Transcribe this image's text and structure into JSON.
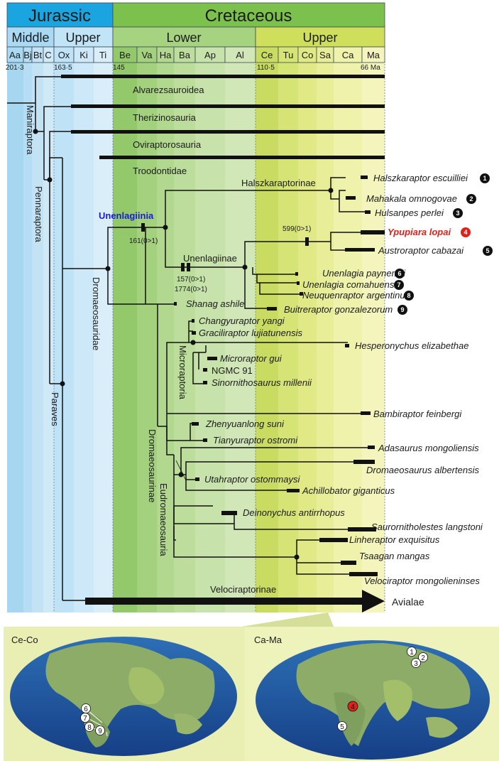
{
  "periods": [
    {
      "name": "Jurassic",
      "color": "#1ab0e6"
    },
    {
      "name": "Cretaceous",
      "color": "#7cc14e"
    }
  ],
  "epochs": [
    "Middle",
    "Upper",
    "Lower",
    "Upper"
  ],
  "stages": [
    "Aa",
    "Bj",
    "Bt",
    "C",
    "Ox",
    "Ki",
    "Ti",
    "Be",
    "Va",
    "Ha",
    "Ba",
    "Ap",
    "Al",
    "Ce",
    "Tu",
    "Co",
    "Sa",
    "Ca",
    "Ma"
  ],
  "ages": [
    "201·3",
    "163·5",
    "145",
    "110·5",
    "66 Ma"
  ],
  "clades": {
    "maniraptora": "Maniraptora",
    "pennaraptora": "Pennaraptora",
    "paraves": "Paraves",
    "dromaeosauridae": "Dromaeosauridae",
    "alvarezsauroidea": "Alvarezsauroidea",
    "therizinosauria": "Therizinosauria",
    "oviraptorosauria": "Oviraptorosauria",
    "troodontidae": "Troodontidae",
    "halszkaraptorinae": "Halszkaraptorinae",
    "unenlagiinia": "Unenlagiinia",
    "unenlagiinae": "Unenlagiinae",
    "microraptoria": "Microraptoria",
    "dromaeosaurinae": "Dromaeosaurinae",
    "eudromaeosauria": "Eudromaeosauria",
    "velociraptorinae": "Velociraptorinae",
    "avialae": "Avialae"
  },
  "characters": {
    "c1": "161(0>1)",
    "c2": "157(0>1)",
    "c3": "1774(0>1)",
    "c4": "599(0>1)"
  },
  "taxa": [
    {
      "name": "Halszkaraptor escuilliei",
      "badge": "1"
    },
    {
      "name": "Mahakala omnogovae",
      "badge": "2"
    },
    {
      "name": "Hulsanpes perlei",
      "badge": "3"
    },
    {
      "name": "Ypupiara lopai",
      "badge": "4"
    },
    {
      "name": "Austroraptor cabazai",
      "badge": "5"
    },
    {
      "name": "Unenlagia paynemili",
      "badge": "6"
    },
    {
      "name": "Unenlagia comahuensis",
      "badge": "7"
    },
    {
      "name": "Neuquenraptor argentinus",
      "badge": "8"
    },
    {
      "name": "Buitreraptor gonzalezorum",
      "badge": "9"
    },
    {
      "name": "Shanag ashile",
      "badge": ""
    },
    {
      "name": "Changyuraptor yangi",
      "badge": ""
    },
    {
      "name": "Graciliraptor lujiatunensis",
      "badge": ""
    },
    {
      "name": "Hesperonychus elizabethae",
      "badge": ""
    },
    {
      "name": "Microraptor gui",
      "badge": ""
    },
    {
      "name": "NGMC 91",
      "badge": ""
    },
    {
      "name": "Sinornithosaurus millenii",
      "badge": ""
    },
    {
      "name": "Bambiraptor feinbergi",
      "badge": ""
    },
    {
      "name": "Zhenyuanlong suni",
      "badge": ""
    },
    {
      "name": "Tianyuraptor ostromi",
      "badge": ""
    },
    {
      "name": "Adasaurus mongoliensis",
      "badge": ""
    },
    {
      "name": "Dromaeosaurus albertensis",
      "badge": ""
    },
    {
      "name": "Utahraptor ostommaysi",
      "badge": ""
    },
    {
      "name": "Achillobator giganticus",
      "badge": ""
    },
    {
      "name": "Deinonychus antirrhopus",
      "badge": ""
    },
    {
      "name": "Saurornitholestes langstoni",
      "badge": ""
    },
    {
      "name": "Linheraptor exquisitus",
      "badge": ""
    },
    {
      "name": "Tsaagan mangas",
      "badge": ""
    },
    {
      "name": "Velociraptor mongolieninses",
      "badge": ""
    }
  ],
  "maps": [
    {
      "label": "Ce-Co",
      "markers": [
        "6",
        "7",
        "8",
        "9"
      ]
    },
    {
      "label": "Ca-Ma",
      "markers": [
        "1",
        "2",
        "3",
        "4",
        "5"
      ]
    }
  ],
  "colors": {
    "highlight_taxon": "#e0201b",
    "highlight_clade": "#1a1adc",
    "jurassic_band": "#b9def5",
    "lower_cretaceous_band": "#a9d58a",
    "upper_cretaceous_band": "#d8e36e"
  }
}
